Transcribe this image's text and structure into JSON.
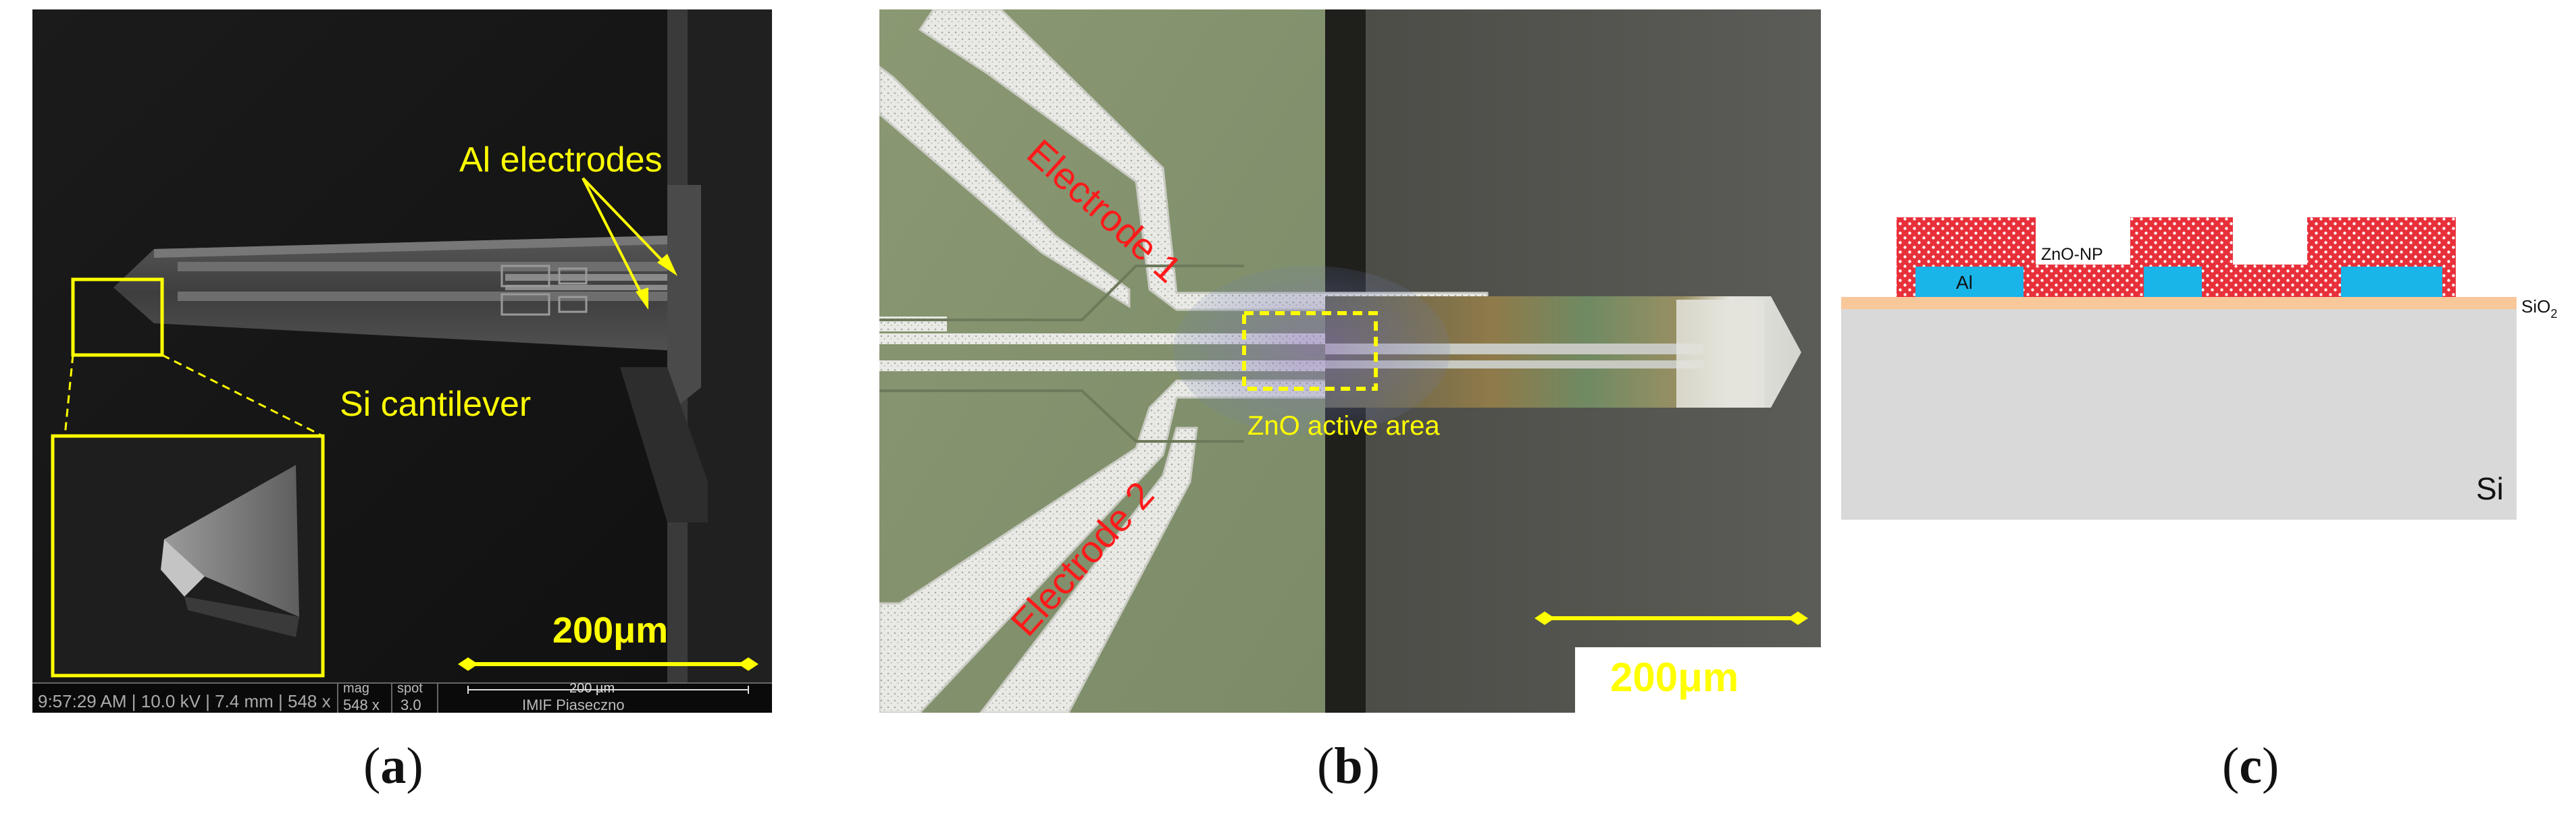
{
  "panel_a": {
    "label_electrodes": "Al electrodes",
    "label_cantilever": "Si cantilever",
    "scale_label": "200μm",
    "infobar": {
      "left_fragment": "9:57:29 AM | 10.0 kV | 7.4 mm | 548 x",
      "mag_label": "mag",
      "mag_value": "548 x",
      "spot_label": "spot",
      "spot_value": "3.0",
      "scale_text": "200 µm",
      "institution": "IMIF Piaseczno"
    }
  },
  "panel_b": {
    "electrode_1": "Electrode 1",
    "electrode_2": "Electrode 2",
    "active_area": "ZnO active area",
    "scale_label": "200μm"
  },
  "panel_c": {
    "zno_label": "ZnO-NP",
    "al_label": "Al",
    "sio2_label": "SiO",
    "sio2_sub": "2",
    "si_label": "Si"
  },
  "captions": {
    "a": "a",
    "b": "b",
    "c": "c"
  },
  "colors": {
    "annotation_yellow": "#ffff00",
    "electrode_label_red": "#ff1a1a",
    "zno_red": "#e8303a",
    "al_blue": "#19b4e8",
    "sio2_peach": "#f8c79a",
    "si_grey": "#d9d9d9"
  }
}
